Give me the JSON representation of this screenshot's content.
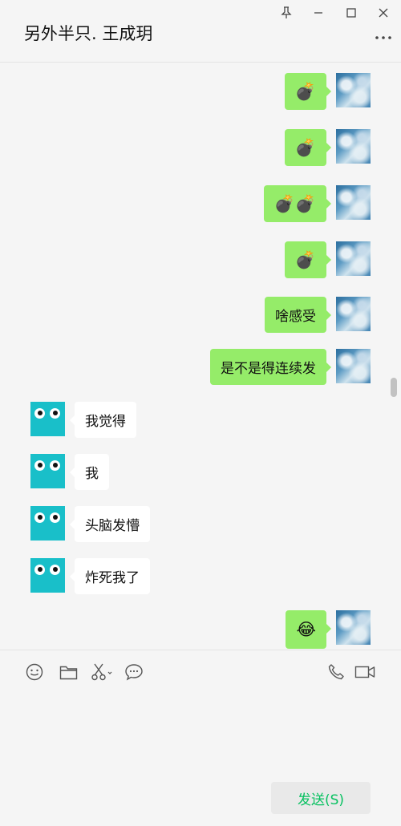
{
  "header": {
    "title": "另外半只. 王成玥",
    "window_buttons": [
      "pin-icon",
      "minimize-icon",
      "maximize-icon",
      "close-icon"
    ],
    "more_icon": "more-icon"
  },
  "messages": [
    {
      "from": "self",
      "text": "💣",
      "type": "emoji"
    },
    {
      "from": "self",
      "text": "💣",
      "type": "emoji"
    },
    {
      "from": "self",
      "text": "💣💣",
      "type": "emoji"
    },
    {
      "from": "self",
      "text": "💣",
      "type": "emoji"
    },
    {
      "from": "self",
      "text": "啥感受",
      "type": "text"
    },
    {
      "from": "self",
      "text": "是不是得连续发",
      "type": "text"
    },
    {
      "from": "other",
      "text": "我觉得",
      "type": "text"
    },
    {
      "from": "other",
      "text": "我",
      "type": "text"
    },
    {
      "from": "other",
      "text": "头脑发懵",
      "type": "text"
    },
    {
      "from": "other",
      "text": "炸死我了",
      "type": "text"
    },
    {
      "from": "self",
      "text": "😂",
      "type": "emoji"
    }
  ],
  "toolbar": {
    "left_icons": [
      "emoji-icon",
      "folder-icon",
      "scissors-icon",
      "chat-bubble-icon"
    ],
    "right_icons": [
      "phone-icon",
      "video-call-icon"
    ]
  },
  "input": {
    "value": ""
  },
  "send_button": {
    "label": "发送(S)"
  },
  "colors": {
    "self_bubble": "#95ec69",
    "other_bubble": "#ffffff",
    "other_avatar": "#19bfc9",
    "send_text": "#07c160",
    "background": "#f5f5f5"
  }
}
